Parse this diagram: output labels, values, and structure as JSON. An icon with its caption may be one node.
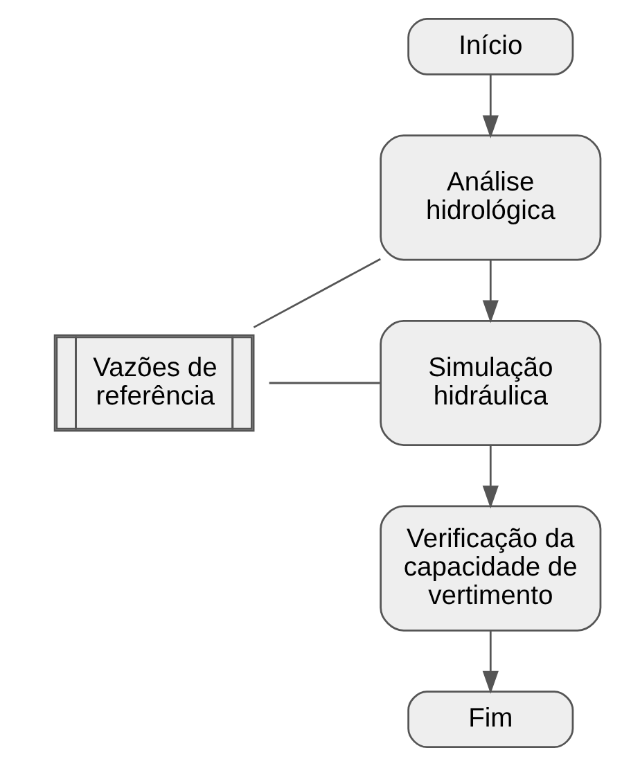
{
  "diagram": {
    "nodes": [
      {
        "text": [
          "Início"
        ]
      },
      {
        "text": [
          "Análise hidrológica"
        ]
      },
      {
        "text": [
          "Vazões de referência"
        ]
      },
      {
        "text": [
          "Simulação hidráulica"
        ]
      },
      {
        "text": [
          "Verificação da capacidade de vertimento"
        ]
      },
      {
        "text": [
          "Fim"
        ]
      }
    ],
    "edges": [
      {
        "from": 0,
        "to": 1,
        "arrow": "to"
      },
      {
        "from": 1,
        "to": 2,
        "arrow": "none"
      },
      {
        "from": 1,
        "to": 3,
        "arrow": "to"
      },
      {
        "from": 2,
        "to": 3,
        "arrow": "none"
      },
      {
        "from": 3,
        "to": 4,
        "arrow": "to"
      },
      {
        "from": 4,
        "to": 5,
        "arrow": "to"
      }
    ]
  }
}
